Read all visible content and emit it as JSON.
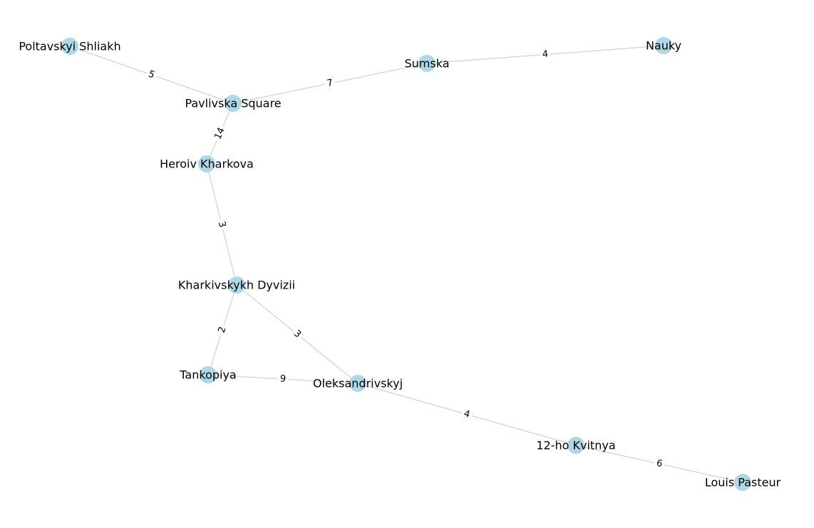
{
  "colors": {
    "node": "#add8e6",
    "edge": "#d3d3d3",
    "label": "#000000"
  },
  "nodes": [
    {
      "id": "poltavskyi",
      "label": "Poltavskyi Shliakh"
    },
    {
      "id": "pavlivska",
      "label": "Pavlivska Square"
    },
    {
      "id": "sumska",
      "label": "Sumska"
    },
    {
      "id": "nauky",
      "label": "Nauky"
    },
    {
      "id": "heroiv",
      "label": "Heroiv Kharkova"
    },
    {
      "id": "kharkivskykh",
      "label": "Kharkivskykh Dyvizii"
    },
    {
      "id": "tankopiya",
      "label": "Tankopiya"
    },
    {
      "id": "oleksandrivskyj",
      "label": "Oleksandrivskyj"
    },
    {
      "id": "kvitnya",
      "label": "12-ho Kvitnya"
    },
    {
      "id": "pasteur",
      "label": "Louis Pasteur"
    }
  ],
  "edges": [
    {
      "source": "poltavskyi",
      "target": "pavlivska",
      "weight": "5"
    },
    {
      "source": "pavlivska",
      "target": "sumska",
      "weight": "7"
    },
    {
      "source": "sumska",
      "target": "nauky",
      "weight": "4"
    },
    {
      "source": "pavlivska",
      "target": "heroiv",
      "weight": "14"
    },
    {
      "source": "heroiv",
      "target": "kharkivskykh",
      "weight": "3"
    },
    {
      "source": "kharkivskykh",
      "target": "tankopiya",
      "weight": "2"
    },
    {
      "source": "kharkivskykh",
      "target": "oleksandrivskyj",
      "weight": "3"
    },
    {
      "source": "tankopiya",
      "target": "oleksandrivskyj",
      "weight": "9"
    },
    {
      "source": "oleksandrivskyj",
      "target": "kvitnya",
      "weight": "4"
    },
    {
      "source": "kvitnya",
      "target": "pasteur",
      "weight": "6"
    }
  ]
}
